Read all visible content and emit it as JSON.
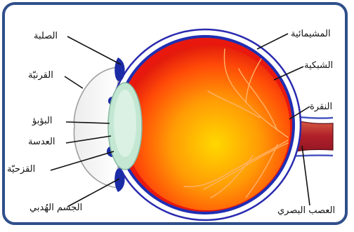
{
  "labels": {
    "sclera": "الصلبة",
    "cornea": "القرنيّة",
    "pupil": "البؤبؤ",
    "lens": "العدسة",
    "iris": "القزحيّة",
    "ciliary_body": "الجسم الهُدبي",
    "choroid": "المشيمائية",
    "retina": "الشبكية",
    "fovea": "النقرة",
    "optic_nerve": "العصب البصري"
  },
  "colors": {
    "frame": "#2f4f8a",
    "sclera_outline": "#1a1aa8",
    "eye_interior": "#ff3a08",
    "lens": "#bfe6d1",
    "iris": "#1c2ba6",
    "optic_nerve": "#b0202a",
    "vessels": "#ffa75a"
  }
}
